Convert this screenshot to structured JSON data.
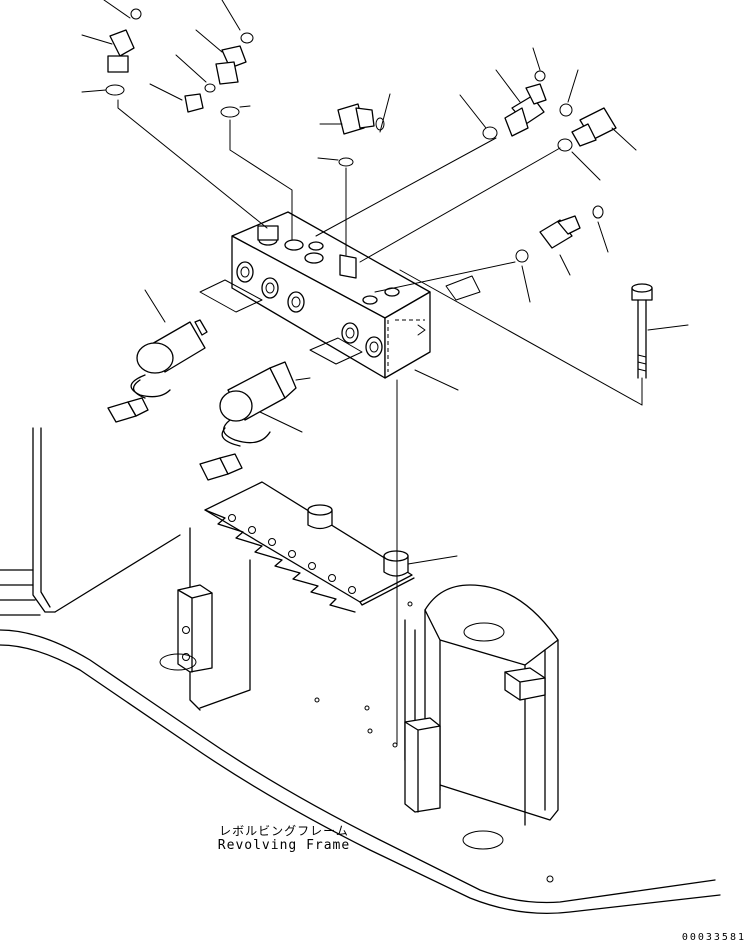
{
  "figure": {
    "frame_label_ja": "レボルビングフレーム",
    "frame_label_en": "Revolving Frame",
    "drawing_number": "00033581"
  },
  "icons": {
    "part_elbow": "elbow-fitting-icon",
    "part_plug": "plug-icon",
    "part_connector": "straight-connector-icon",
    "part_valve_block": "valve-block-icon",
    "part_solenoid": "solenoid-valve-icon",
    "part_bolt": "long-bolt-icon",
    "part_bracket": "mounting-bracket-icon",
    "part_frame": "revolving-frame-icon"
  }
}
